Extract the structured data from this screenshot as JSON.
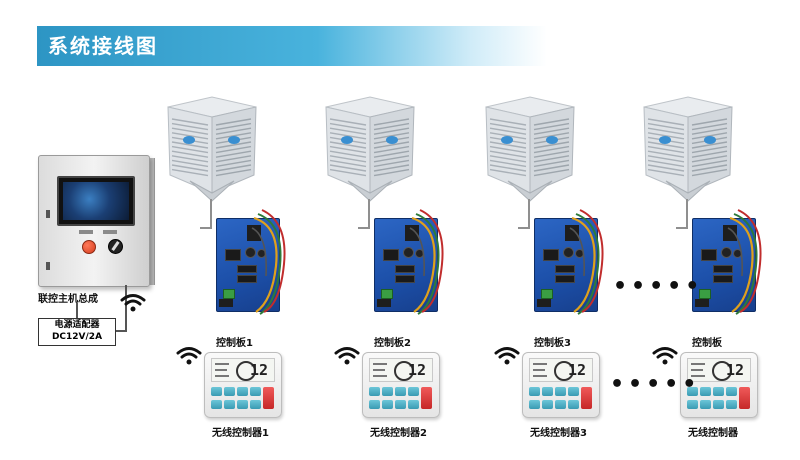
{
  "title": "系统接线图",
  "master": {
    "label": "联控主机总成"
  },
  "adapter": {
    "line1": "电源适配器",
    "line2": "DC12V/2A"
  },
  "units": [
    {
      "board_label": "控制板1",
      "remote_label": "无线控制器1"
    },
    {
      "board_label": "控制板2",
      "remote_label": "无线控制器2"
    },
    {
      "board_label": "控制板3",
      "remote_label": "无线控制器3"
    },
    {
      "board_label": "控制板",
      "remote_label": "无线控制器"
    }
  ],
  "remote_display": "12",
  "ellipsis": "•••••",
  "colors": {
    "banner": "#2d95c4",
    "board": "#1c4fa8",
    "remote_button": "#3a9bb3"
  },
  "icons": [
    "wifi-icon",
    "air-cooler",
    "control-board",
    "wireless-remote",
    "control-cabinet"
  ]
}
